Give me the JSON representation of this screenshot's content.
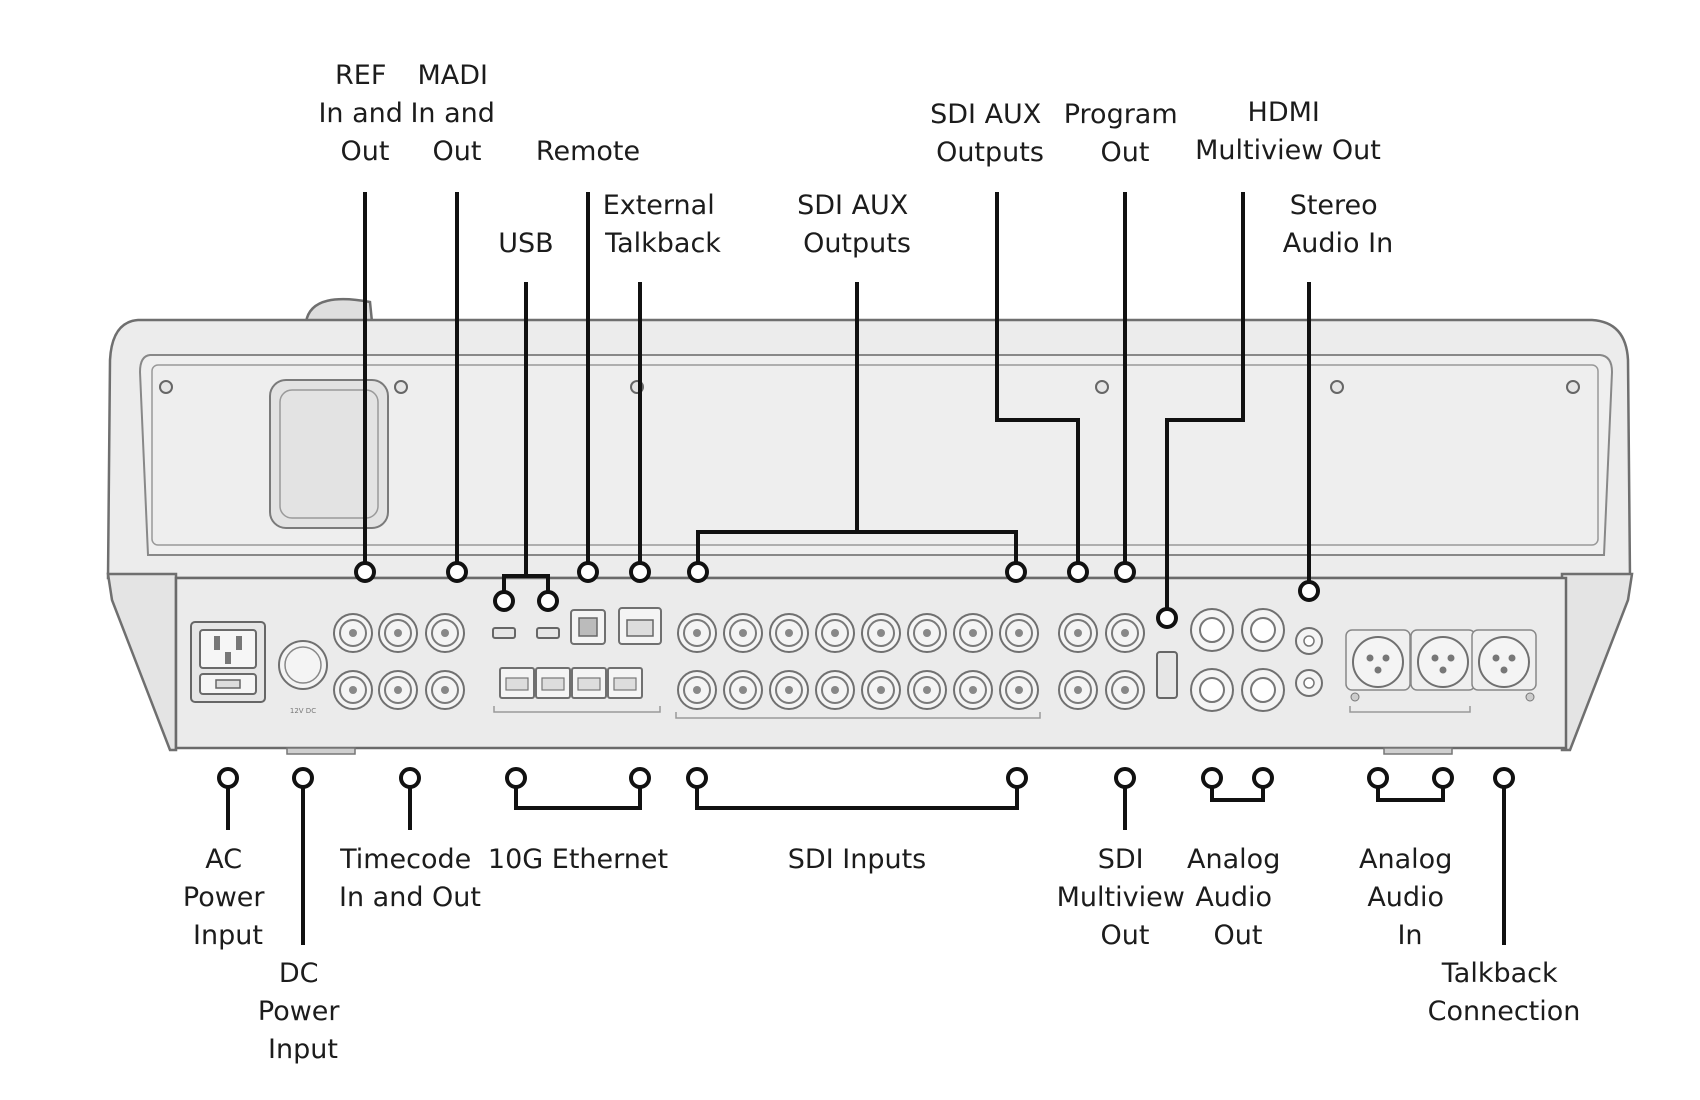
{
  "diagram": {
    "labels": {
      "ref": [
        "REF",
        "In and",
        "Out"
      ],
      "madi": [
        "MADI",
        "In and",
        "Out"
      ],
      "remote": [
        "Remote"
      ],
      "usb": [
        "USB"
      ],
      "external_talkback": [
        "External",
        "Talkback"
      ],
      "sdi_aux_top": [
        "SDI AUX",
        "Outputs"
      ],
      "sdi_aux_right": [
        "SDI AUX",
        "Outputs"
      ],
      "program_out": [
        "Program",
        "Out"
      ],
      "hdmi_multiview": [
        "HDMI",
        "Multiview Out"
      ],
      "stereo_audio_in": [
        "Stereo",
        "Audio In"
      ],
      "ac_power": [
        "AC",
        "Power",
        "Input"
      ],
      "dc_power": [
        "DC",
        "Power",
        "Input"
      ],
      "timecode": [
        "Timecode",
        "In and Out"
      ],
      "ethernet": [
        "10G Ethernet"
      ],
      "sdi_inputs": [
        "SDI Inputs"
      ],
      "sdi_multiview": [
        "SDI",
        "Multiview",
        "Out"
      ],
      "analog_audio_out": [
        "Analog",
        "Audio",
        "Out"
      ],
      "analog_audio_in": [
        "Analog",
        "Audio",
        "In"
      ],
      "talkback": [
        "Talkback",
        "Connection"
      ]
    },
    "colors": {
      "leader": "#111111",
      "label_text": "#1c1c1c",
      "device_fill": "#ebebeb",
      "device_outline": "#6f6f6f"
    }
  }
}
